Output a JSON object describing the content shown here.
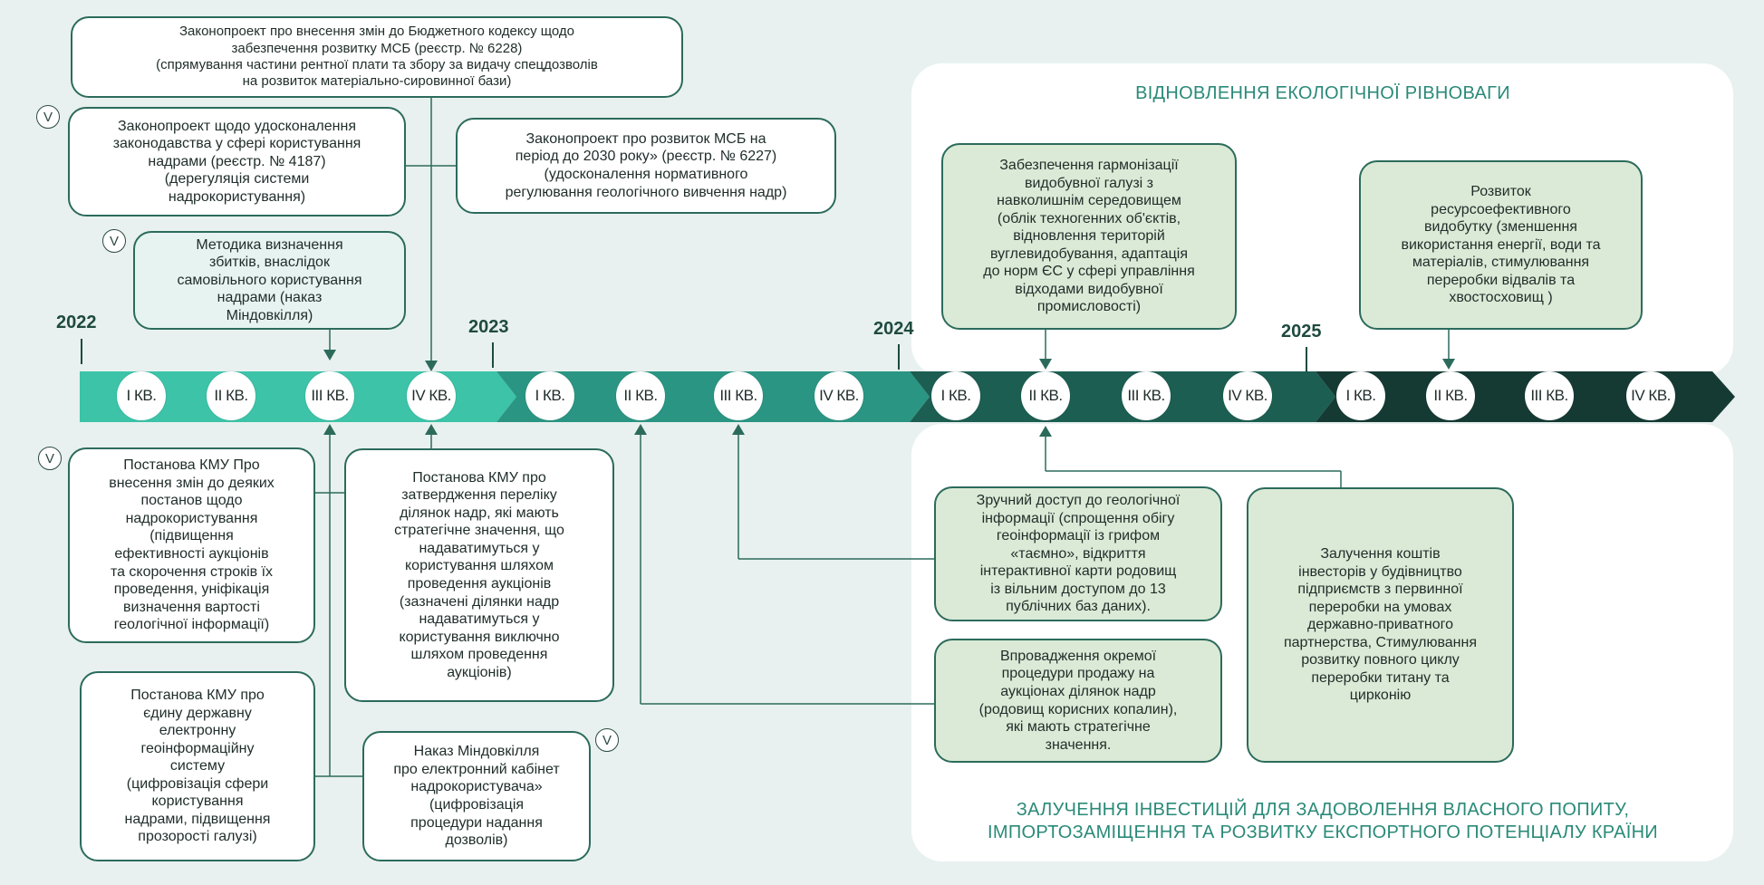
{
  "years": [
    "2022",
    "2023",
    "2024",
    "2025"
  ],
  "quarters": [
    "I КВ.",
    "II КВ.",
    "III КВ.",
    "IV КВ.",
    "I КВ.",
    "II КВ.",
    "III КВ.",
    "IV КВ.",
    "I КВ.",
    "II КВ.",
    "III КВ.",
    "IV КВ.",
    "I КВ.",
    "II КВ.",
    "III КВ.",
    "IV КВ."
  ],
  "check_mark": "V",
  "colors": {
    "segment_2022": "#3cc3a8",
    "segment_2023": "#2b9583",
    "segment_2024": "#1c5e52",
    "segment_2025": "#153a34",
    "border": "#2c6b5c",
    "panel_title": "#2a8a78"
  },
  "panels": {
    "ecology_title": "ВІДНОВЛЕННЯ ЕКОЛОГІЧНОЇ РІВНОВАГИ",
    "investment_title_line1": "ЗАЛУЧЕННЯ ІНВЕСТИЦІЙ ДЛЯ ЗАДОВОЛЕННЯ ВЛАСНОГО ПОПИТУ,",
    "investment_title_line2": "ІМПОРТОЗАМІЩЕННЯ ТА РОЗВИТКУ ЕКСПОРТНОГО ПОТЕНЦІАЛУ КРАЇНИ"
  },
  "boxes": {
    "budget_code_bill": "Законопроект про внесення змін до Бюджетного кодексу щодо\nзабезпечення розвитку МСБ (реєстр. № 6228)\n(спрямування частини рентної плати та збору за видачу спецдозволів\nна розвиток матеріально-сировинної бази)",
    "subsoil_law_bill": "Законопроект щодо удосконалення\nзаконодавства у сфері користування\nнадрами (реєстр. № 4187)\n(дерегуляція системи\nнадрокористування)",
    "msb_2030_bill": "Законопроект про розвиток МСБ на\nперіод до 2030 року» (реєстр. № 6227)\n(удосконалення нормативного\nрегулювання геологічного вивчення надр)",
    "damage_method": "Методика визначення\nзбитків, внаслідок\nсамовільного користування\nнадрами (наказ\nМіндовкілля)",
    "cmu_auctions": "Постанова КМУ Про\nвнесення змін до деяких\nпостанов щодо\nнадрокористування\n(підвищення\nефективності аукціонів\nта скорочення строків їх\nпроведення, уніфікація\nвизначення вартості\nгеологічної інформації)",
    "cmu_strategic_list": "Постанова КМУ про\nзатвердження переліку\nділянок надр, які мають\nстратегічне значення, що\nнадаватимуться у\nкористування шляхом\nпроведення аукціонів\n(зазначені ділянки надр\nнадаватимуться у\nкористування виключно\nшляхом проведення\nаукціонів)",
    "cmu_geoinfo_system": "Постанова КМУ про\nєдину державну\nелектронну\nгеоінформаційну\nсистему\n(цифровізація сфери\nкористування\nнадрами, підвищення\nпрозорості галузі)",
    "ministry_cabinet": "Наказ Міндовкілля\nпро електронний кабінет\nнадрокористувача»\n(цифровізація\nпроцедури надання\nдозволів)",
    "mining_harmonization": "Забезпечення гармонізації\nвидобувної галузі з\nнавколишнім середовищем\n(облік техногенних об'єктів,\nвідновлення територій\nвуглевидобування, адаптація\nдо норм ЄС у сфері управління\nвідходами видобувної\nпромисловості)",
    "resource_efficiency": "Розвиток\nресурсоефективного\nвидобутку (зменшення\nвикористання енергії, води та\nматеріалів, стимулювання\nпереробки відвалів та\nхвостосховищ )",
    "geo_access": "Зручний доступ до геологічної\nінформації (спрощення обігу\nгеоінформації із грифом\n«таємно», відкриття\nінтерактивної карти родовищ\nіз вільним доступом до 13\nпублічних баз даних).",
    "auction_procedure": "Впровадження окремої\nпроцедури продажу на\nаукціонах ділянок надр\n(родовищ корисних копалин),\nякі мають стратегічне\nзначення.",
    "investors": "Залучення коштів\nінвесторів у будівництво\nпідприємств з первинної\nпереробки на умовах\nдержавно-приватного\nпартнерства, Стимулювання\nрозвитку повного циклу\nпереробки титану та\nцирконію"
  }
}
